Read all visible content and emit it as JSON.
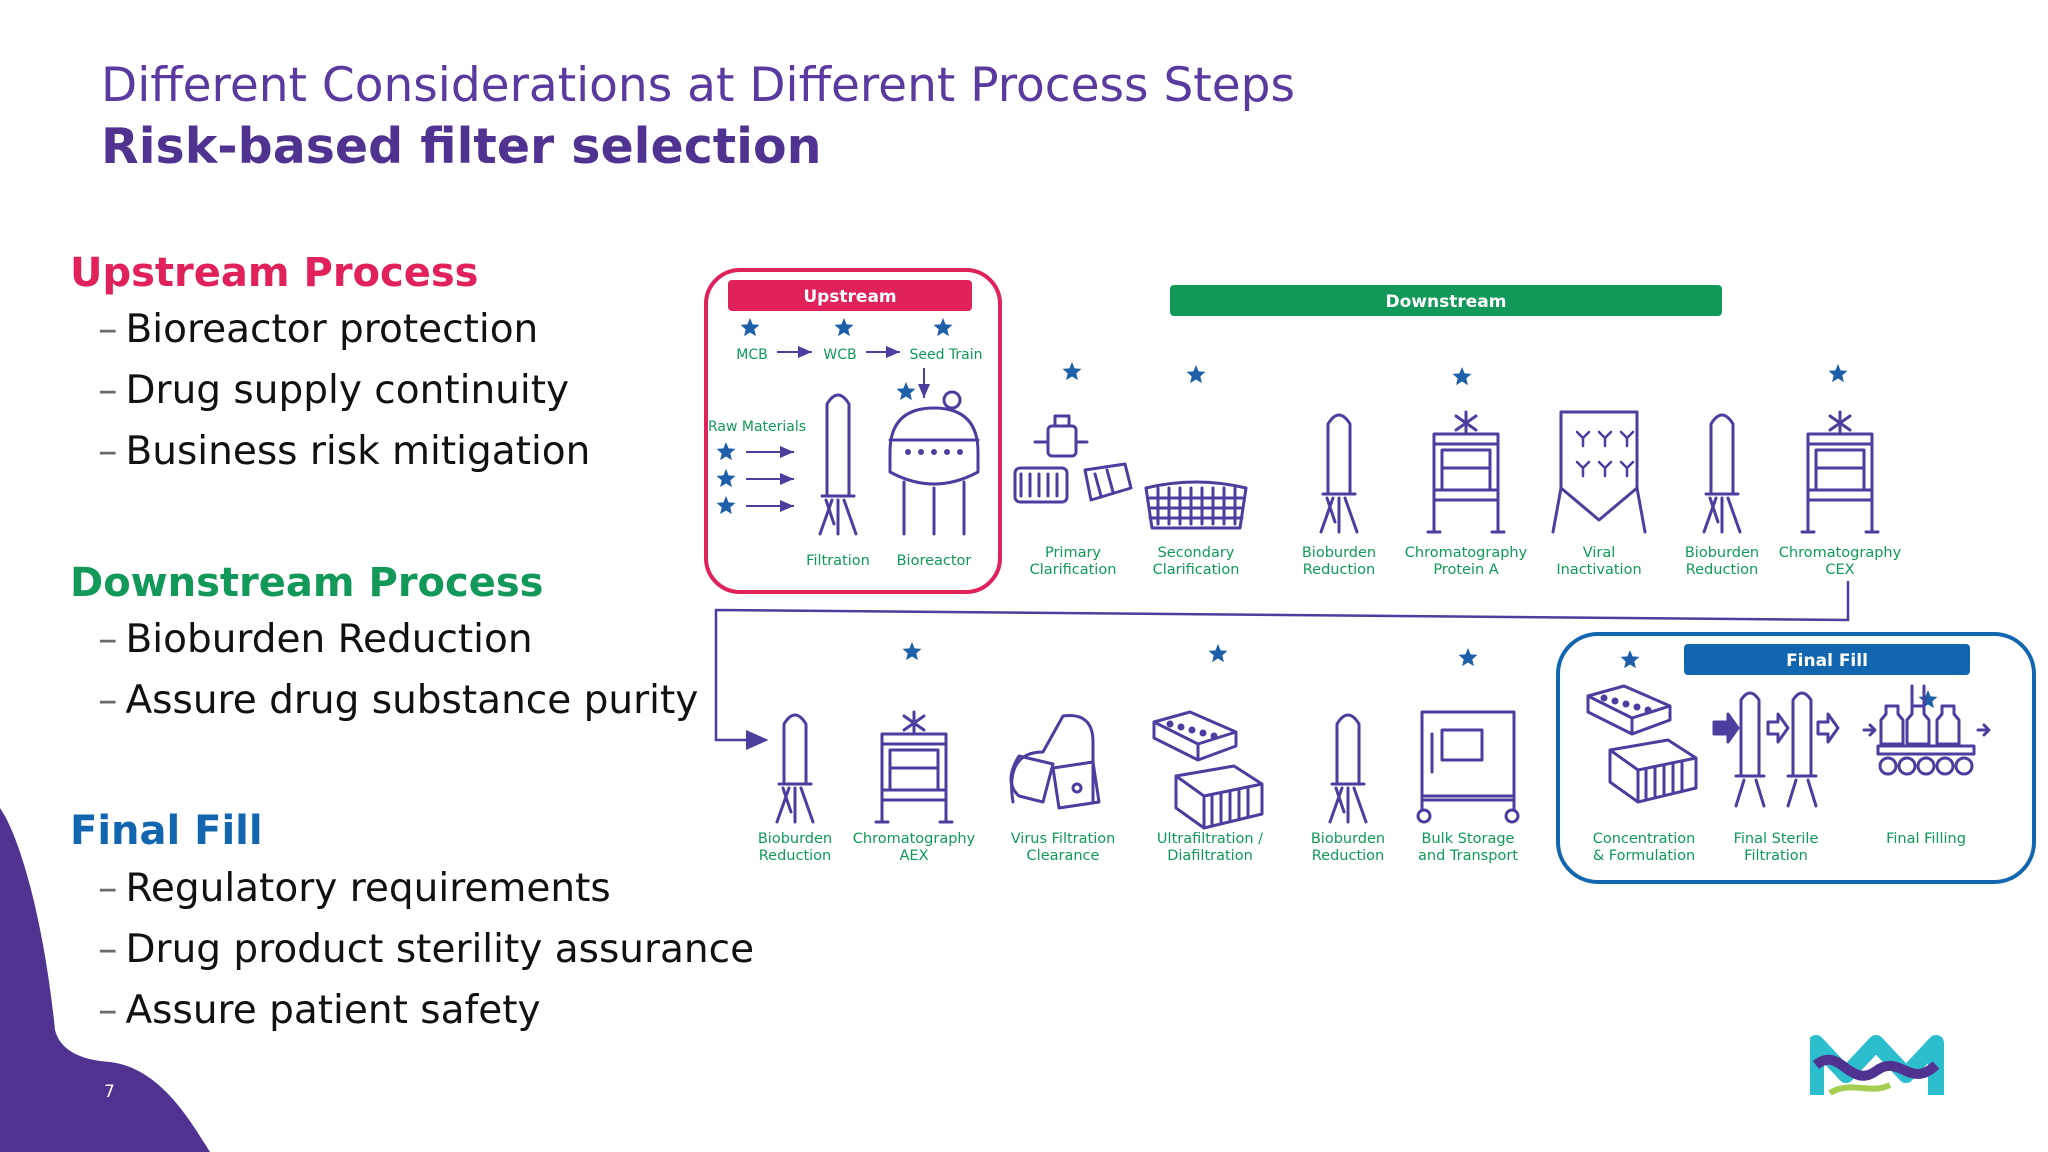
{
  "slide": {
    "title": "Different Considerations at Different Process Steps",
    "subtitle": "Risk-based filter selection",
    "page_number": "7"
  },
  "colors": {
    "title": "#5b3aa0",
    "subtitle": "#503291",
    "upstream": "#e0215a",
    "downstream": "#12995a",
    "final_fill": "#1266b0",
    "diagram_line": "#4a3e9e",
    "star": "#1d5fa8",
    "blob": "#503291"
  },
  "sections": [
    {
      "heading": "Upstream Process",
      "color": "#e0215a",
      "bullets": [
        "Bioreactor protection",
        "Drug supply continuity",
        "Business risk mitigation"
      ]
    },
    {
      "heading": "Downstream Process",
      "color": "#12995a",
      "bullets": [
        "Bioburden Reduction",
        "Assure drug substance purity"
      ]
    },
    {
      "heading": "Final Fill",
      "color": "#1266b0",
      "bullets": [
        "Regulatory requirements",
        "Drug product sterility assurance",
        "Assure patient safety"
      ]
    }
  ],
  "diagram": {
    "upstream_bar": "Upstream",
    "downstream_bar": "Downstream",
    "final_fill_bar": "Final Fill",
    "upstream_chain": [
      "MCB",
      "WCB",
      "Seed Train"
    ],
    "raw_materials": "Raw Materials",
    "upstream_steps": [
      {
        "label": [
          "Filtration"
        ],
        "icon": "filter-cartridge-icon"
      },
      {
        "label": [
          "Bioreactor"
        ],
        "icon": "bioreactor-icon"
      }
    ],
    "row1_steps": [
      {
        "label": [
          "Primary",
          "Clarification"
        ],
        "icon": "centrifuge-icon"
      },
      {
        "label": [
          "Secondary",
          "Clarification"
        ],
        "icon": "depth-filter-icon"
      },
      {
        "label": [
          "Bioburden",
          "Reduction"
        ],
        "icon": "filter-cartridge-icon"
      },
      {
        "label": [
          "Chromatography",
          "Protein A"
        ],
        "icon": "chromatography-column-icon"
      },
      {
        "label": [
          "Viral",
          "Inactivation"
        ],
        "icon": "inactivation-tank-icon"
      },
      {
        "label": [
          "Bioburden",
          "Reduction"
        ],
        "icon": "filter-cartridge-icon"
      },
      {
        "label": [
          "Chromatography",
          "CEX"
        ],
        "icon": "chromatography-column-icon"
      }
    ],
    "row2_steps": [
      {
        "label": [
          "Bioburden",
          "Reduction"
        ],
        "icon": "filter-cartridge-icon"
      },
      {
        "label": [
          "Chromatography",
          "AEX"
        ],
        "icon": "chromatography-column-icon"
      },
      {
        "label": [
          "Virus Filtration",
          "Clearance"
        ],
        "icon": "virus-filter-icon"
      },
      {
        "label": [
          "Ultrafiltration /",
          "Diafiltration"
        ],
        "icon": "ultrafiltration-cassette-icon"
      },
      {
        "label": [
          "Bioburden",
          "Reduction"
        ],
        "icon": "filter-cartridge-icon"
      },
      {
        "label": [
          "Bulk Storage",
          "and Transport"
        ],
        "icon": "bulk-storage-cart-icon"
      }
    ],
    "final_steps": [
      {
        "label": [
          "Concentration",
          "& Formulation"
        ],
        "icon": "ultrafiltration-cassette-icon"
      },
      {
        "label": [
          "Final Sterile",
          "Filtration"
        ],
        "icon": "sterile-filter-pair-icon"
      },
      {
        "label": [
          "Final Filling"
        ],
        "icon": "filling-line-icon"
      }
    ]
  }
}
